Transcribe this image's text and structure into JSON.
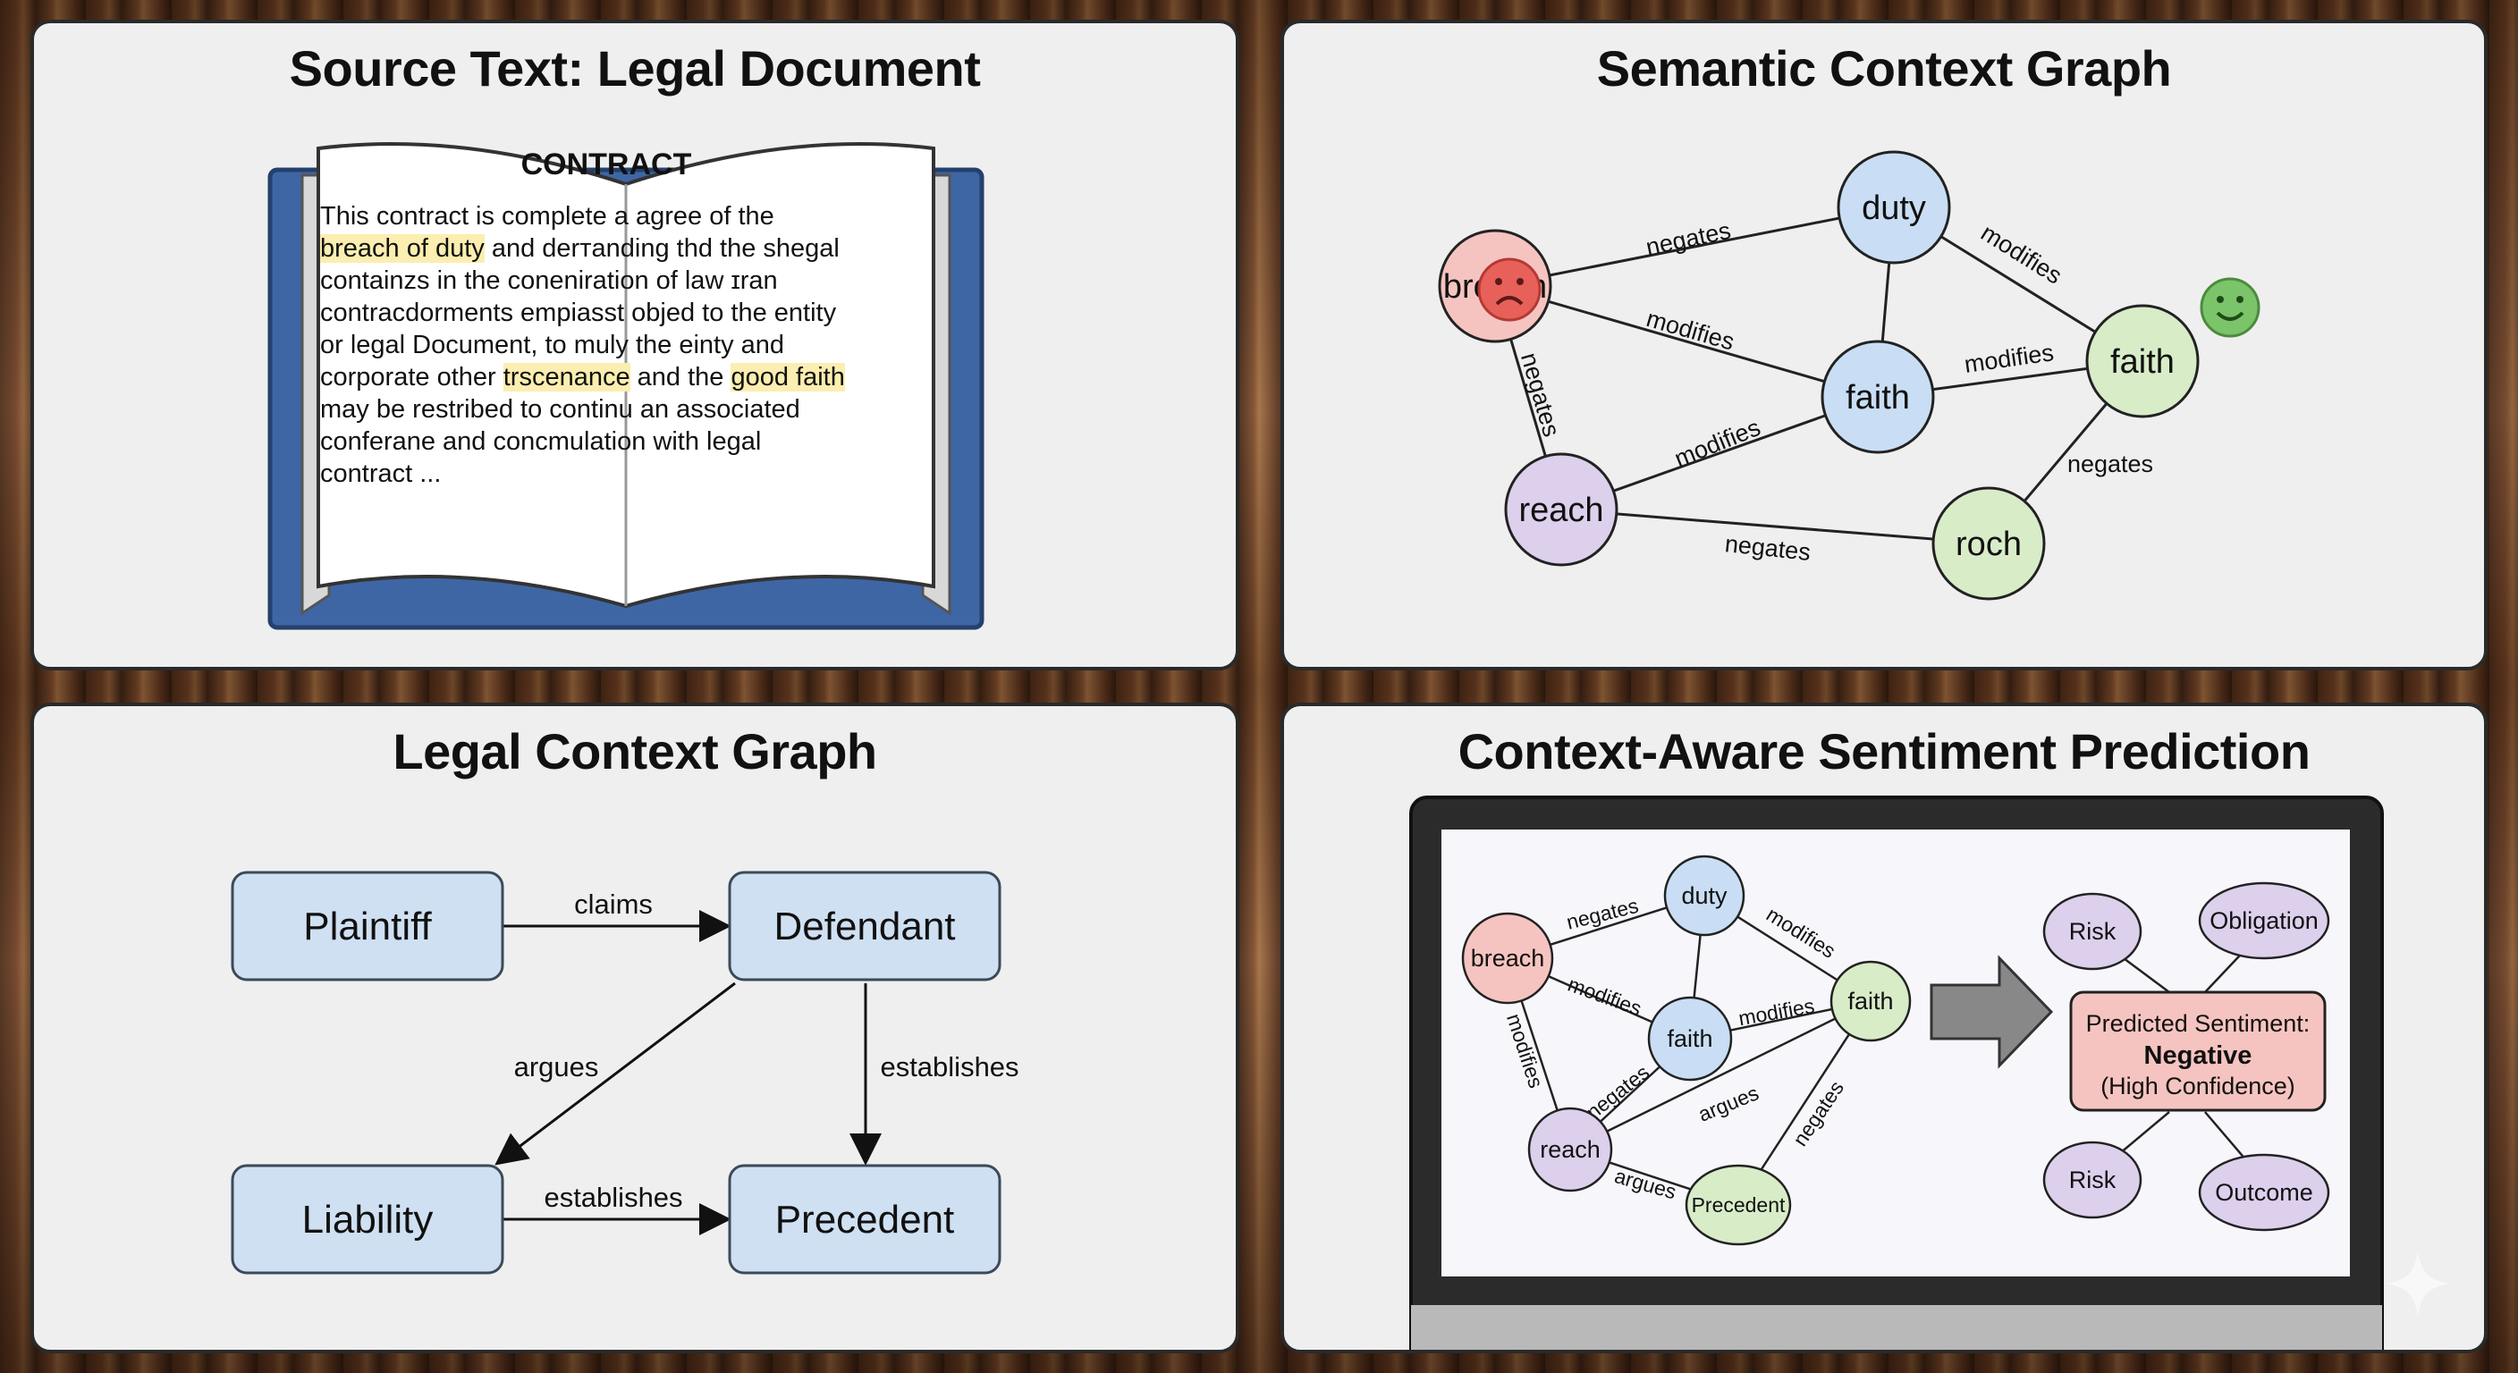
{
  "panels": {
    "source": {
      "title": "Source Text: Legal Document",
      "doc_title": "CONTRACT",
      "lines": [
        [
          {
            "t": "This contract is complete a agree of the",
            "h": false
          }
        ],
        [
          {
            "t": "breach of duty",
            "h": true
          },
          {
            "t": " and derтanding thd the shegal",
            "h": false
          }
        ],
        [
          {
            "t": "containzs in the coneniration of law ɪran",
            "h": false
          }
        ],
        [
          {
            "t": "contracdorments empiasst objed to the entity",
            "h": false
          }
        ],
        [
          {
            "t": "or legal Document, to muly the einty and",
            "h": false
          }
        ],
        [
          {
            "t": "corporate other ",
            "h": false
          },
          {
            "t": "trscenance",
            "h": true
          },
          {
            "t": " and the ",
            "h": false
          },
          {
            "t": "good faith",
            "h": true
          }
        ],
        [
          {
            "t": "may be restribed to continu an associated",
            "h": false
          }
        ],
        [
          {
            "t": "conferane and concmulation with legal",
            "h": false
          }
        ],
        [
          {
            "t": "contract ...",
            "h": false
          }
        ]
      ]
    },
    "semantic": {
      "title": "Semantic Context Graph",
      "nodes": {
        "breach": "breach",
        "duty": "duty",
        "faith_center": "faith",
        "faith_right": "faith",
        "reach": "reach",
        "roch": "rᴏch"
      },
      "edges": {
        "breach_duty": "negates",
        "breach_faith": "modifies",
        "breach_reach": "negates",
        "duty_faith": "modifies",
        "faith_faith": "modifies",
        "reach_faith": "modifies",
        "reach_roch": "negates",
        "faith_roch": "negates"
      },
      "icons": {
        "negative": "sad-face-icon",
        "positive": "happy-face-icon"
      },
      "colors": {
        "red": "#f6c4c0",
        "blue": "#c9def4",
        "green": "#d8ecc8",
        "purple": "#ddd0ec"
      }
    },
    "legal": {
      "title": "Legal Context Graph",
      "nodes": {
        "plaintiff": "Plaintiff",
        "defendant": "Defendant",
        "liability": "Liability",
        "precedent": "Precedent"
      },
      "edges": {
        "claims": "claims",
        "argues": "argues",
        "establishes_right": "establishes",
        "establishes_bottom": "establishes"
      },
      "node_color": "#cfe0f2"
    },
    "prediction": {
      "title": "Context-Aware Sentiment Prediction",
      "graph": {
        "nodes": {
          "breach": "breach",
          "duty": "duty",
          "faith_center": "faith",
          "faith_right": "faith",
          "reach": "reach",
          "precedent": "Precedent"
        },
        "edges": {
          "breach_duty": "negates",
          "duty_faith": "modifies",
          "breach_faith": "modifies",
          "faith_faith": "modifies",
          "breach_reach": "modifies",
          "reach_faith": "negates",
          "reach_faith_right": "argues",
          "reach_precedent": "argues",
          "precedent_faith": "negates"
        }
      },
      "result": {
        "label": "Predicted Sentiment:",
        "value": "Negative",
        "confidence": "(High Confidence)",
        "risk_top": "Risk",
        "obligation": "Obligation",
        "risk_bottom": "Risk",
        "outcome": "Outcome"
      },
      "arrow_icon": "arrow-right-icon"
    }
  }
}
